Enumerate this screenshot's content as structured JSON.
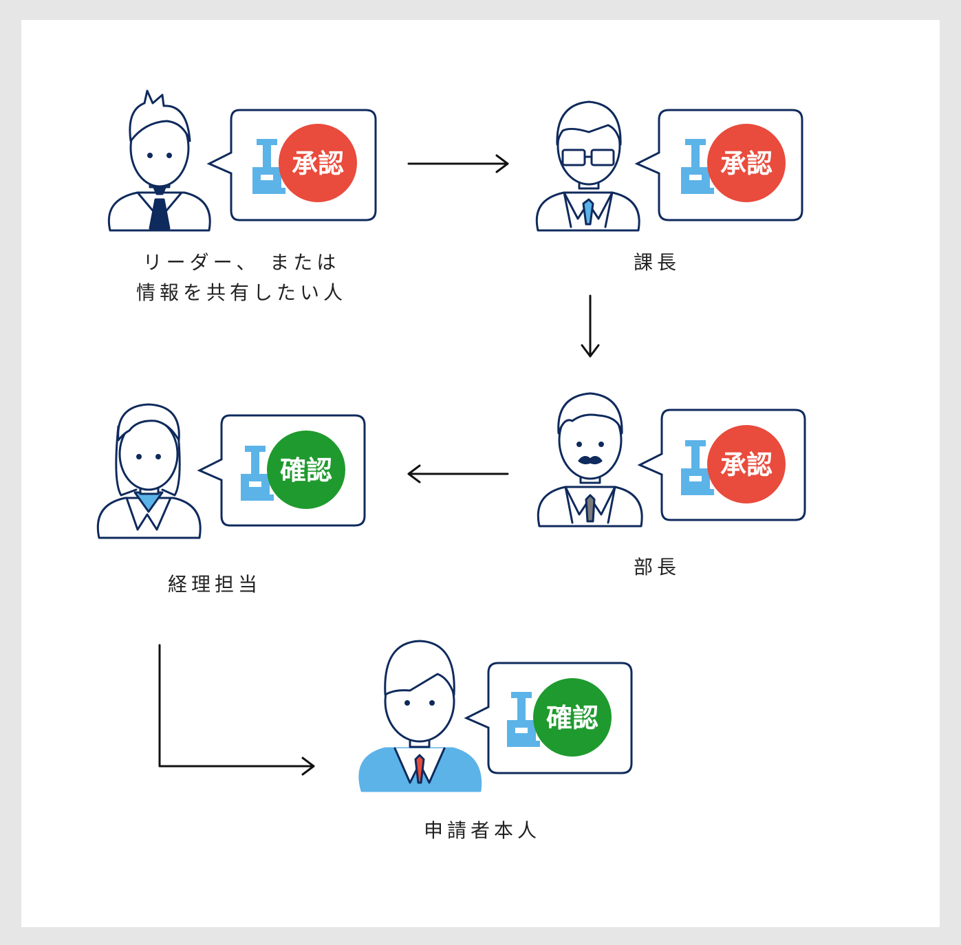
{
  "colors": {
    "outline": "#0f2a5c",
    "approve": "#e94b3c",
    "confirm": "#1f9a2e",
    "stamp": "#5cb3e8",
    "arrow": "#111111"
  },
  "roles": {
    "leader": {
      "line1": "リーダー、 または",
      "line2": "情報を共有したい人",
      "stamp_label": "承認",
      "stamp_color": "#e94b3c"
    },
    "section_chief": {
      "label": "課長",
      "stamp_label": "承認",
      "stamp_color": "#e94b3c"
    },
    "department_head": {
      "label": "部長",
      "stamp_label": "承認",
      "stamp_color": "#e94b3c"
    },
    "accounting": {
      "label": "経理担当",
      "stamp_label": "確認",
      "stamp_color": "#1f9a2e"
    },
    "applicant": {
      "label": "申請者本人",
      "stamp_label": "確認",
      "stamp_color": "#1f9a2e"
    }
  }
}
